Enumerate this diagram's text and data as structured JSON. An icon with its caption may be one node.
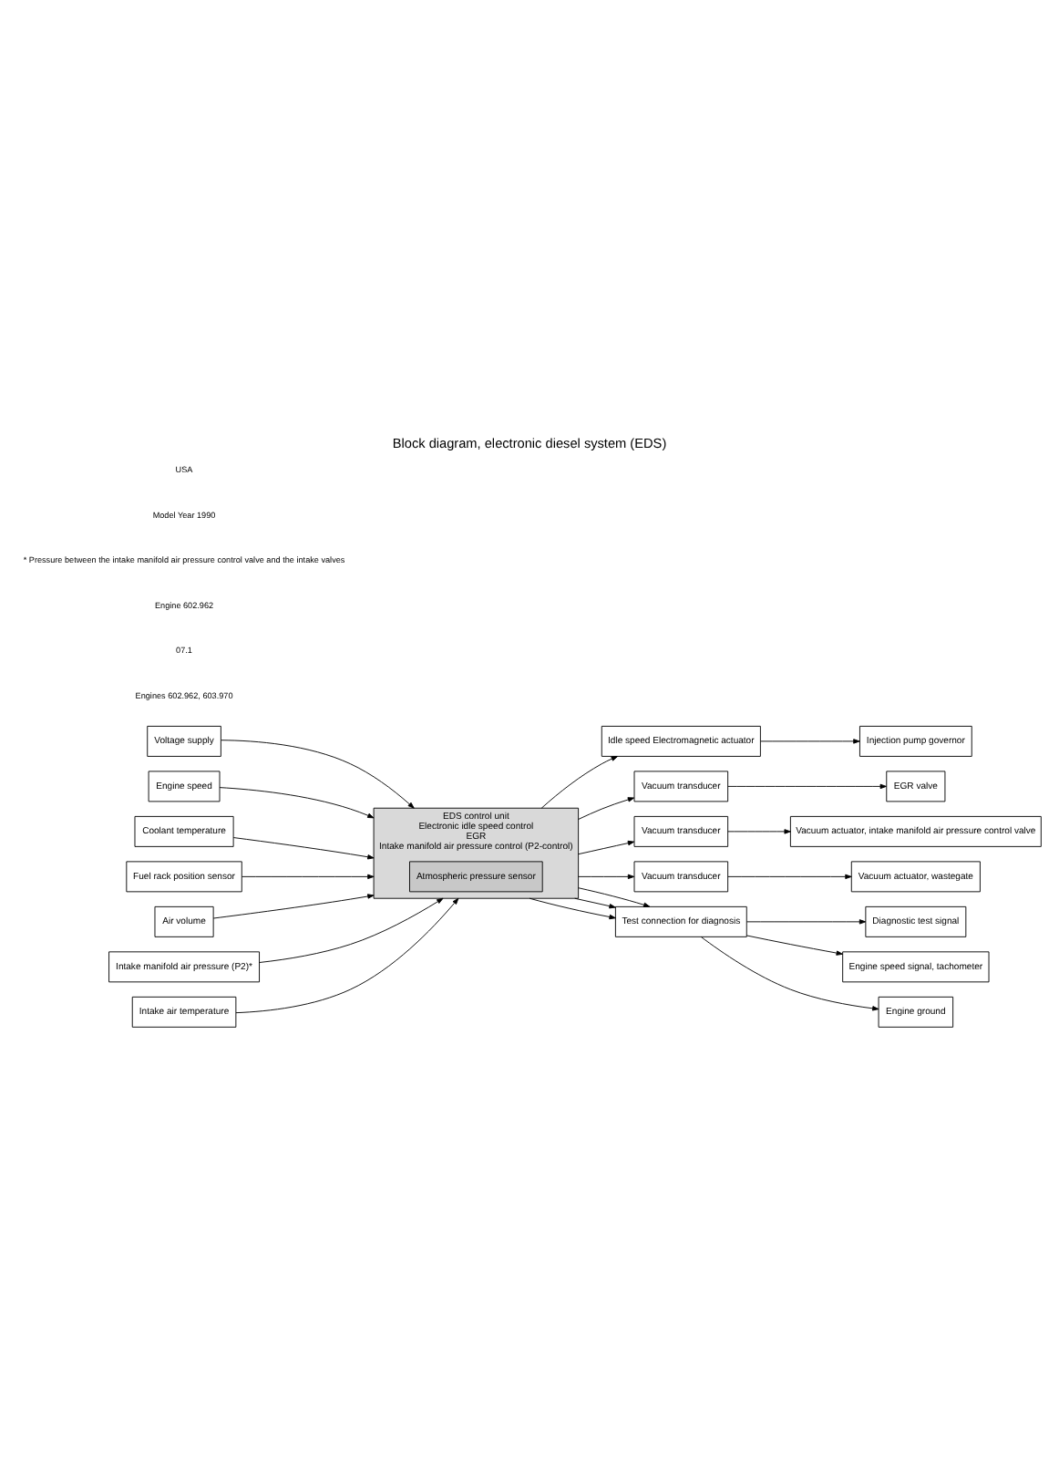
{
  "diagram": {
    "title": "Block diagram, electronic diesel system (EDS)",
    "nodes": [
      {
        "text": [
          "Voltage supply"
        ]
      },
      {
        "text": [
          "Engine speed"
        ]
      },
      {
        "text": [
          "Coolant temperature"
        ]
      },
      {
        "text": [
          "Fuel rack position sensor"
        ]
      },
      {
        "text": [
          "Air volume"
        ]
      },
      {
        "text": [
          "Intake manifold air pressure (P2)*"
        ]
      },
      {
        "text": [
          "Intake air temperature"
        ]
      },
      {
        "text": [
          "EDS control unit",
          "Electronic idle speed control",
          "EGR",
          "Intake manifold air pressure control (P2-control)"
        ]
      },
      {
        "text": [
          "Atmospheric pressure sensor"
        ],
        "in": 7
      },
      {
        "text": [
          "Idle speed Electromagnetic actuator"
        ]
      },
      {
        "text": [
          "Injection pump governor"
        ]
      },
      {
        "text": [
          "Vacuum transducer"
        ]
      },
      {
        "text": [
          "EGR valve"
        ]
      },
      {
        "text": [
          "Vacuum transducer"
        ]
      },
      {
        "text": [
          "Vacuum actuator, intake manifold air pressure control valve"
        ]
      },
      {
        "text": [
          "Vacuum transducer"
        ]
      },
      {
        "text": [
          "Vacuum actuator, wastegate"
        ]
      },
      {
        "text": [
          "Test connection for diagnosis"
        ]
      },
      {
        "text": [
          "Diagnostic test signal"
        ]
      },
      {
        "text": [
          "Engine speed signal, tachometer"
        ]
      },
      {
        "text": [
          "Engine ground"
        ]
      }
    ],
    "edges": [
      {
        "from": 0,
        "to": 7,
        "arrow": "to"
      },
      {
        "from": 1,
        "to": 7,
        "arrow": "to"
      },
      {
        "from": 2,
        "to": 7,
        "arrow": "to"
      },
      {
        "from": 3,
        "to": 7,
        "arrow": "to"
      },
      {
        "from": 4,
        "to": 7,
        "arrow": "to"
      },
      {
        "from": 5,
        "to": 7,
        "arrow": "to"
      },
      {
        "from": 6,
        "to": 7,
        "arrow": "to"
      },
      {
        "from": 7,
        "to": 9,
        "arrow": "to"
      },
      {
        "from": 9,
        "to": 10,
        "arrow": "to"
      },
      {
        "from": 7,
        "to": 11,
        "arrow": "to"
      },
      {
        "from": 11,
        "to": 12,
        "arrow": "to"
      },
      {
        "from": 7,
        "to": 13,
        "arrow": "to"
      },
      {
        "from": 13,
        "to": 14,
        "arrow": "to"
      },
      {
        "from": 7,
        "to": 15,
        "arrow": "to"
      },
      {
        "from": 15,
        "to": 16,
        "arrow": "to"
      },
      {
        "from": 7,
        "to": 17,
        "arrow": "to"
      },
      {
        "from": 7,
        "to": 17,
        "arrow": "to"
      },
      {
        "from": 7,
        "to": 17,
        "arrow": "to"
      },
      {
        "from": 17,
        "to": 18,
        "arrow": "to"
      },
      {
        "from": 17,
        "to": 19,
        "arrow": "to"
      },
      {
        "from": 17,
        "to": 20,
        "arrow": "to"
      }
    ],
    "labels": [
      "Engines 602.962, 603.970",
      "07.1",
      "Engine 602.962",
      "* Pressure between the intake manifold air pressure control valve and the intake valves",
      "Model Year 1990",
      "USA"
    ]
  }
}
